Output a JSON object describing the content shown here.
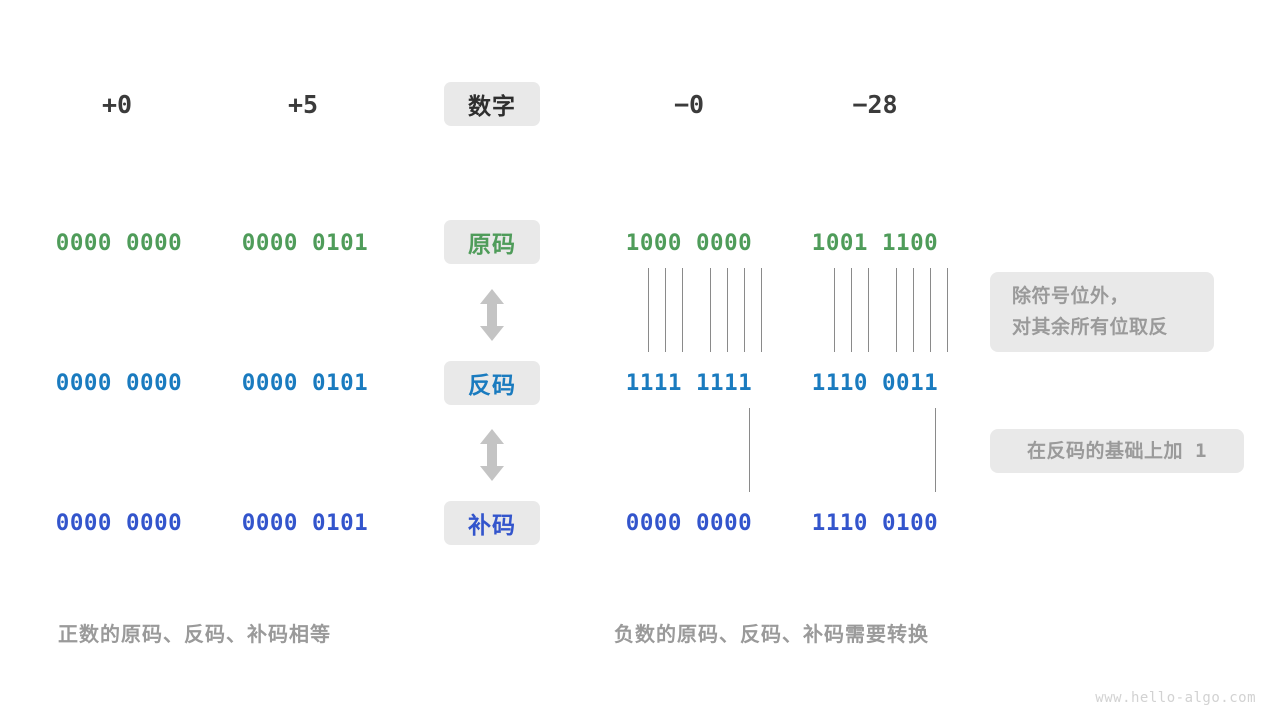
{
  "page": {
    "background": "#ffffff",
    "watermark": "www.hello-algo.com"
  },
  "colors": {
    "header_text": "#3b3b3b",
    "sign_magnitude": "#4f9c5a",
    "ones_complement": "#1a7bbf",
    "twos_complement": "#3355cc",
    "badge_bg": "#e9e9e9",
    "callout_bg": "#e9e9e9",
    "callout_text": "#9a9a9a",
    "line": "#8a8a8a",
    "arrow": "#c4c4c4",
    "caption_text": "#9a9a9a",
    "watermark_text": "#d2d2d2"
  },
  "row_labels": {
    "number": "数字",
    "sign_magnitude": "原码",
    "ones_complement": "反码",
    "twos_complement": "补码"
  },
  "columns": [
    {
      "key": "pos_zero",
      "header": "+0"
    },
    {
      "key": "pos_five",
      "header": "+5"
    },
    {
      "key": "neg_zero",
      "header": "−0"
    },
    {
      "key": "neg_28",
      "header": "−28"
    }
  ],
  "rows": {
    "sign_magnitude": {
      "label": "原码",
      "values": {
        "pos_zero": "0000 0000",
        "pos_five": "0000 0101",
        "neg_zero": "1000 0000",
        "neg_28": "1001 1100"
      }
    },
    "ones_complement": {
      "label": "反码",
      "values": {
        "pos_zero": "0000 0000",
        "pos_five": "0000 0101",
        "neg_zero": "1111 1111",
        "neg_28": "1110 0011"
      }
    },
    "twos_complement": {
      "label": "补码",
      "values": {
        "pos_zero": "0000 0000",
        "pos_five": "0000 0101",
        "neg_zero": "0000 0000",
        "neg_28": "1110 0100"
      }
    }
  },
  "callouts": {
    "invert": {
      "line1": "除符号位外，",
      "line2": "对其余所有位取反"
    },
    "add_one": {
      "text": "在反码的基础上加",
      "value": "1"
    }
  },
  "captions": {
    "positive": "正数的原码、反码、补码相等",
    "negative": "负数的原码、反码、补码需要转换"
  },
  "arrows": {
    "top": "double-arrow-vertical",
    "bottom": "double-arrow-vertical"
  }
}
